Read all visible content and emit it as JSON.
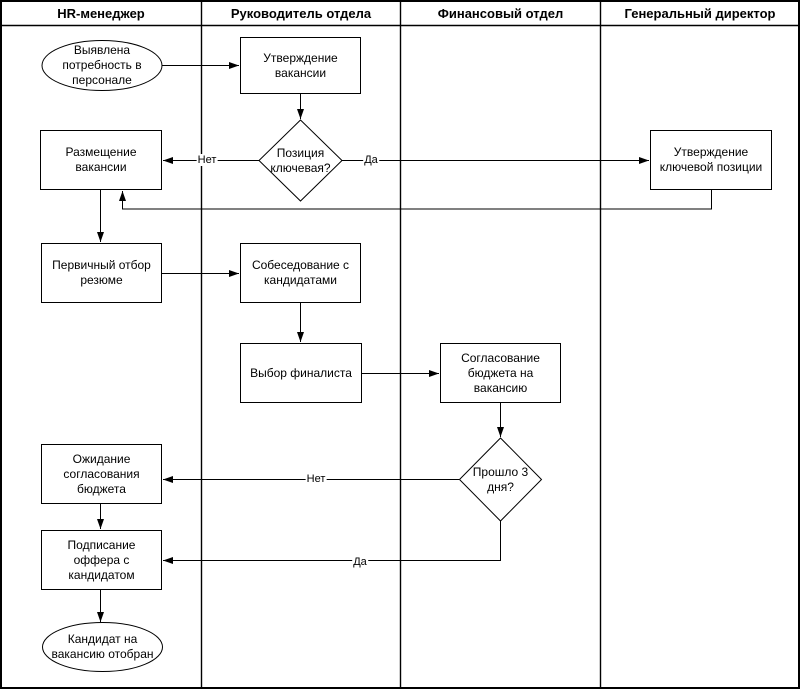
{
  "colors": {
    "stroke": "#000000",
    "shape_fill": "#ffffff",
    "background": "#ffffff"
  },
  "lanes": [
    {
      "label": "HR-менеджер"
    },
    {
      "label": "Руководитель отдела"
    },
    {
      "label": "Финансовый отдел"
    },
    {
      "label": "Генеральный директор"
    }
  ],
  "nodes": [
    {
      "id": "start",
      "type": "terminator",
      "lane": "HR-менеджер",
      "label": "Выявлена потребность в персонале"
    },
    {
      "id": "approve-vacancy",
      "type": "process",
      "lane": "Руководитель отдела",
      "label": "Утверждение вакансии"
    },
    {
      "id": "key-position-decision",
      "type": "decision",
      "lane": "Руководитель отдела",
      "label": "Позиция ключевая?"
    },
    {
      "id": "post-vacancy",
      "type": "process",
      "lane": "HR-менеджер",
      "label": "Размещение вакансии"
    },
    {
      "id": "approve-key-position",
      "type": "process",
      "lane": "Генеральный директор",
      "label": "Утверждение ключевой позиции"
    },
    {
      "id": "resume-screening",
      "type": "process",
      "lane": "HR-менеджер",
      "label": "Первичный отбор резюме"
    },
    {
      "id": "interview-candidates",
      "type": "process",
      "lane": "Руководитель отдела",
      "label": "Собеседование с кандидатами"
    },
    {
      "id": "choose-finalist",
      "type": "process",
      "lane": "Руководитель отдела",
      "label": "Выбор финалиста"
    },
    {
      "id": "budget-approval",
      "type": "process",
      "lane": "Финансовый отдел",
      "label": "Согласование бюджета на вакансию"
    },
    {
      "id": "three-days-decision",
      "type": "decision",
      "lane": "Финансовый отдел",
      "label": "Прошло 3 дня?"
    },
    {
      "id": "wait-budget",
      "type": "process",
      "lane": "HR-менеджер",
      "label": "Ожидание согласования бюджета"
    },
    {
      "id": "sign-offer",
      "type": "process",
      "lane": "HR-менеджер",
      "label": "Подписание оффера с кандидатом"
    },
    {
      "id": "end",
      "type": "terminator",
      "lane": "HR-менеджер",
      "label": "Кандидат на вакансию отобран"
    }
  ],
  "edges": [
    {
      "from": "start",
      "to": "approve-vacancy",
      "label": ""
    },
    {
      "from": "approve-vacancy",
      "to": "key-position-decision",
      "label": ""
    },
    {
      "from": "key-position-decision",
      "to": "post-vacancy",
      "label": "Нет"
    },
    {
      "from": "key-position-decision",
      "to": "approve-key-position",
      "label": "Да"
    },
    {
      "from": "approve-key-position",
      "to": "post-vacancy",
      "label": ""
    },
    {
      "from": "post-vacancy",
      "to": "resume-screening",
      "label": ""
    },
    {
      "from": "resume-screening",
      "to": "interview-candidates",
      "label": ""
    },
    {
      "from": "interview-candidates",
      "to": "choose-finalist",
      "label": ""
    },
    {
      "from": "choose-finalist",
      "to": "budget-approval",
      "label": ""
    },
    {
      "from": "budget-approval",
      "to": "three-days-decision",
      "label": ""
    },
    {
      "from": "three-days-decision",
      "to": "wait-budget",
      "label": "Нет"
    },
    {
      "from": "three-days-decision",
      "to": "sign-offer",
      "label": "Да"
    },
    {
      "from": "wait-budget",
      "to": "sign-offer",
      "label": ""
    },
    {
      "from": "sign-offer",
      "to": "end",
      "label": ""
    }
  ]
}
